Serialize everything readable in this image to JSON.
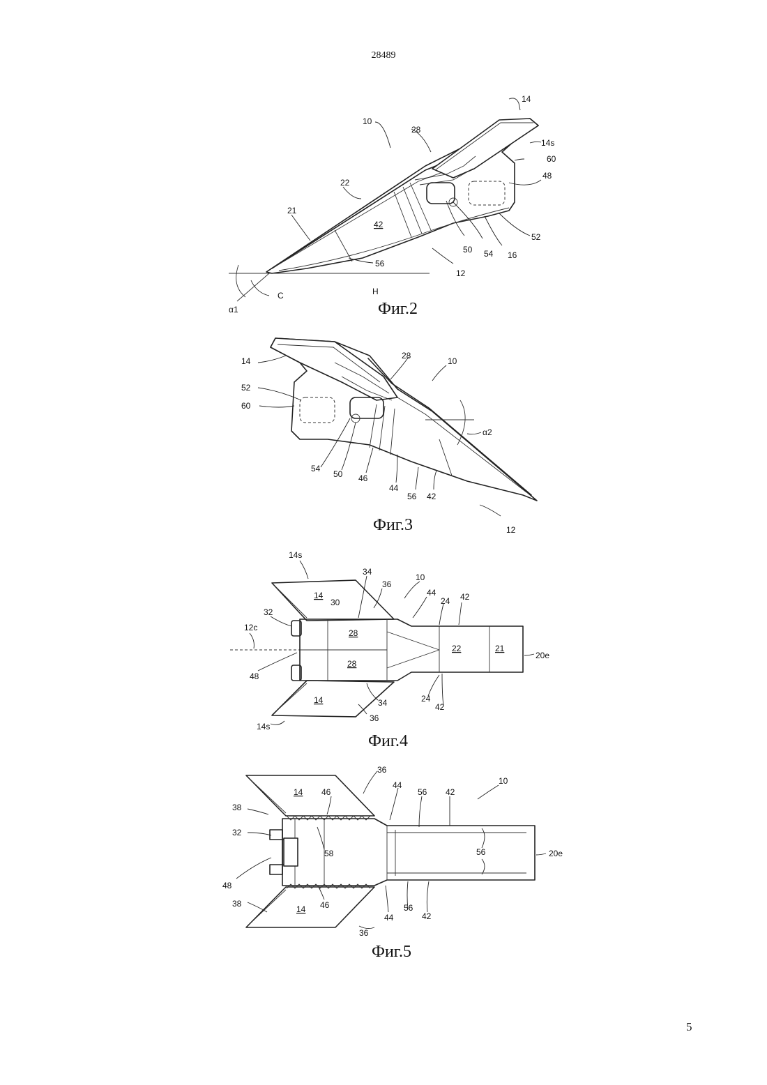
{
  "page": {
    "doc_number": "28489",
    "page_number": "5"
  },
  "figures": [
    {
      "caption": "Фиг.2",
      "labels": [
        "14",
        "14s",
        "60",
        "48",
        "10",
        "28",
        "22",
        "21",
        "42",
        "52",
        "50",
        "54",
        "16",
        "56",
        "12",
        "C",
        "H",
        "α1"
      ]
    },
    {
      "caption": "Фиг.3",
      "labels": [
        "14",
        "28",
        "10",
        "52",
        "60",
        "α2",
        "54",
        "50",
        "46",
        "44",
        "56",
        "42",
        "12"
      ]
    },
    {
      "caption": "Фиг.4",
      "labels": [
        "14s",
        "34",
        "36",
        "10",
        "44",
        "24",
        "42",
        "14",
        "30",
        "32",
        "12c",
        "28",
        "22",
        "21",
        "20e",
        "48",
        "14",
        "34",
        "24",
        "42",
        "36",
        "14s"
      ]
    },
    {
      "caption": "Фиг.5",
      "labels": [
        "36",
        "44",
        "56",
        "42",
        "10",
        "14",
        "46",
        "38",
        "32",
        "58",
        "56",
        "20e",
        "48",
        "46",
        "38",
        "14",
        "44",
        "56",
        "42",
        "36"
      ]
    }
  ]
}
